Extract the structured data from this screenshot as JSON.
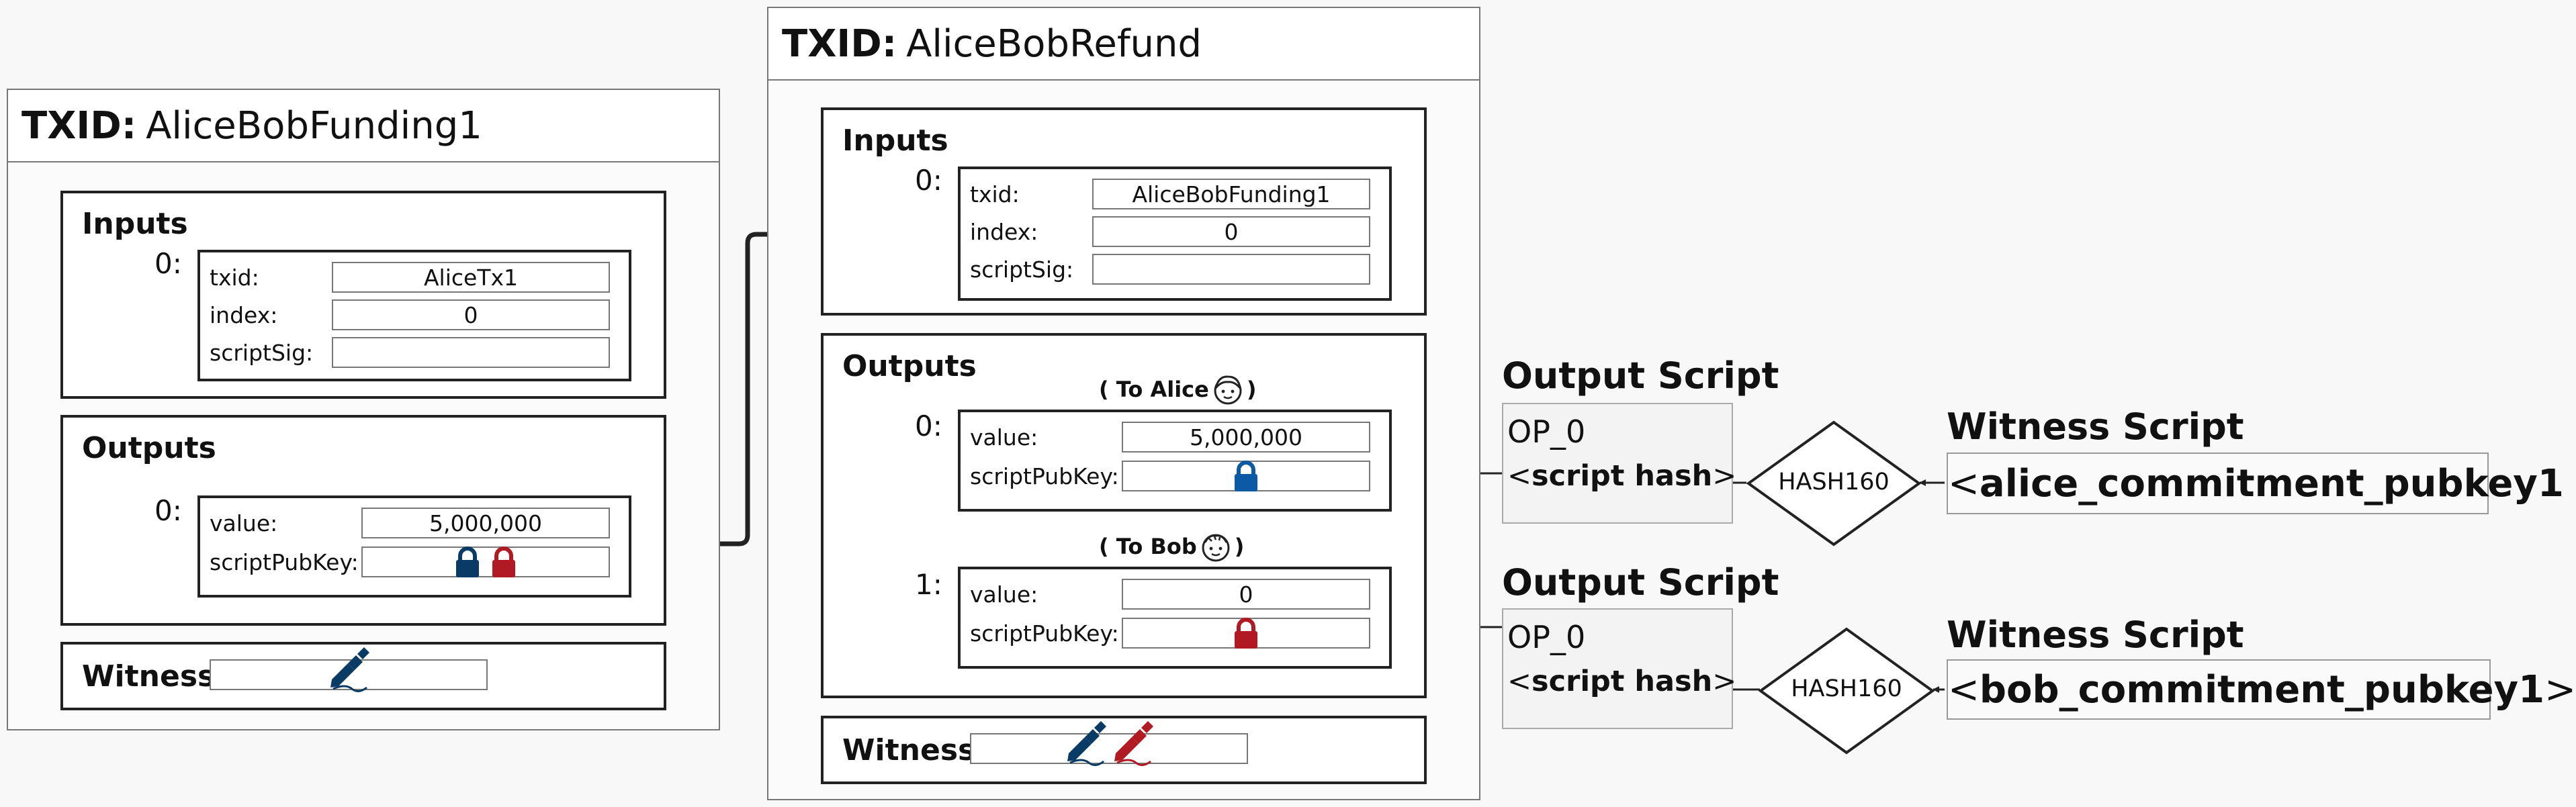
{
  "txid_label": "TXID:",
  "funding": {
    "txid": "AliceBobFunding1",
    "inputs": {
      "title": "Inputs",
      "index": "0:",
      "txid_label": "txid:",
      "txid_value": "AliceTx1",
      "index_label": "index:",
      "index_value": "0",
      "scriptsig_label": "scriptSig:"
    },
    "outputs": {
      "title": "Outputs",
      "index": "0:",
      "value_label": "value:",
      "value": "5,000,000",
      "spk_label": "scriptPubKey:"
    },
    "witness": {
      "title": "Witness"
    }
  },
  "refund": {
    "txid": "AliceBobRefund",
    "inputs": {
      "title": "Inputs",
      "index": "0:",
      "txid_label": "txid:",
      "txid_value": "AliceBobFunding1",
      "index_label": "index:",
      "index_value": "0",
      "scriptsig_label": "scriptSig:"
    },
    "outputs": {
      "title": "Outputs",
      "out0": {
        "caption": "( To Alice",
        "caption_end": ")",
        "index": "0:",
        "value_label": "value:",
        "value": "5,000,000",
        "spk_label": "scriptPubKey:"
      },
      "out1": {
        "caption": "( To Bob",
        "caption_end": ")",
        "index": "1:",
        "value_label": "value:",
        "value": "0",
        "spk_label": "scriptPubKey:"
      }
    },
    "witness": {
      "title": "Witness"
    }
  },
  "alice_script": {
    "output_title": "Output Script",
    "op": "OP_0",
    "hash_open": "<",
    "hash_text": "script hash",
    "hash_close": ">",
    "hash_fn": "HASH160",
    "witness_title": "Witness Script",
    "ws_open": "<",
    "ws_text": "alice_commitment_pubkey1"
  },
  "bob_script": {
    "output_title": "Output Script",
    "op": "OP_0",
    "hash_open": "<",
    "hash_text": "script hash",
    "hash_close": ">",
    "hash_fn": "HASH160",
    "witness_title": "Witness Script",
    "ws_open": "<",
    "ws_text": "bob_commitment_pubkey1",
    "ws_close": ">"
  },
  "colors": {
    "alice": "#0a3a66",
    "alice_lock": "#0c5aa6",
    "bob": "#b11a22"
  }
}
